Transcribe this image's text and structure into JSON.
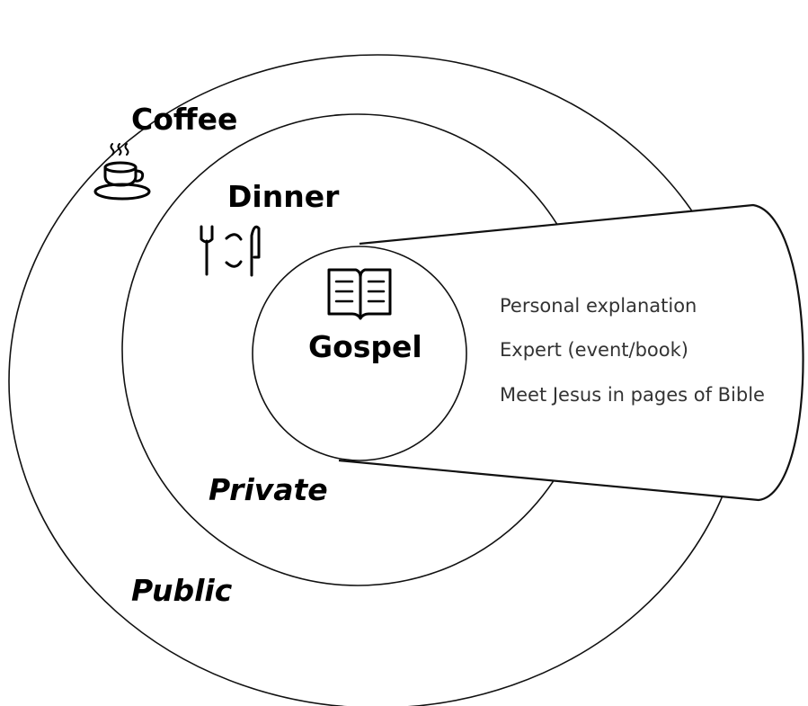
{
  "diagram": {
    "outer_ring": {
      "heading": "Coffee",
      "icon": "coffee-cup-icon",
      "caption": "Public"
    },
    "middle_ring": {
      "heading": "Dinner",
      "icon": "fork-plate-knife-icon",
      "caption": "Private"
    },
    "inner_ring": {
      "heading": "Gospel",
      "icon": "open-book-icon"
    },
    "callout": {
      "items": [
        "Personal explanation",
        "Expert (event/book)",
        "Meet Jesus in pages of Bible"
      ]
    }
  }
}
